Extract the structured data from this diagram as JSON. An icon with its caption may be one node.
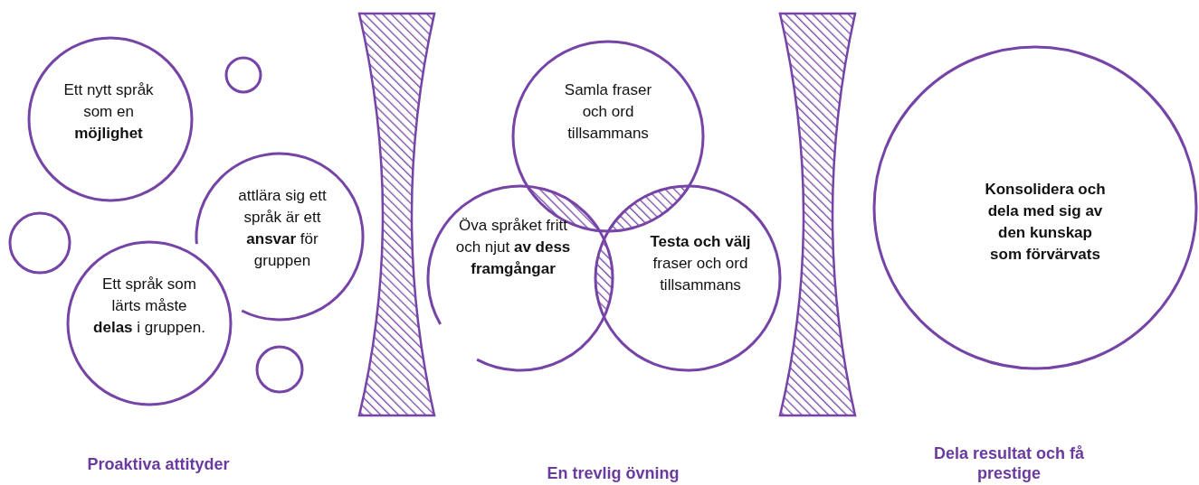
{
  "diagram": {
    "nodes": [
      {
        "text": [
          "Ett nytt språk som en **möjlighet**"
        ]
      },
      {
        "text": [],
        "shape": "circle"
      },
      {
        "text": [
          "attlära sig ett språk är ett **ansvar** för gruppen"
        ]
      },
      {
        "text": [],
        "shape": "circle"
      },
      {
        "text": [
          "Ett språk som lärts måste **delas** i gruppen."
        ]
      },
      {
        "text": [],
        "shape": "circle"
      },
      {
        "text": [
          "Samla fraser och ord tillsammans"
        ]
      },
      {
        "text": [
          "Öva språket fritt och njut **av dess framgångar**"
        ]
      },
      {
        "text": [
          "**Testa och välj** fraser och ord tillsammans"
        ]
      },
      {
        "text": [
          "Konsolidera och dela med sig av den kunskap som förvärvats"
        ]
      }
    ],
    "edges": [],
    "labels": [
      "Proaktiva attityder",
      "En trevlig övning",
      "Dela resultat och få prestige"
    ]
  }
}
